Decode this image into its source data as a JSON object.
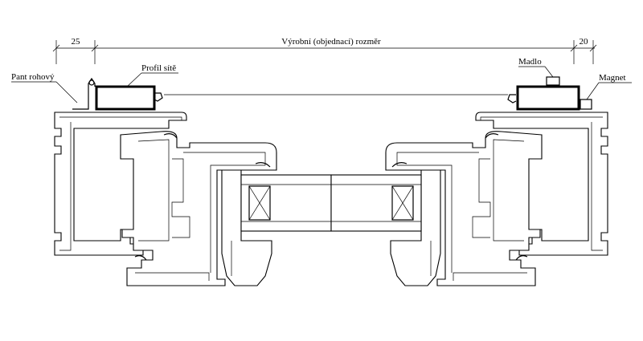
{
  "dimensions": {
    "left": "25",
    "center": "Výrobní (objednací) rozměr",
    "right": "20"
  },
  "labels": {
    "hinge": "Pant rohový",
    "screen_profile": "Profil sítě",
    "handle": "Madlo",
    "magnet": "Magnet"
  }
}
